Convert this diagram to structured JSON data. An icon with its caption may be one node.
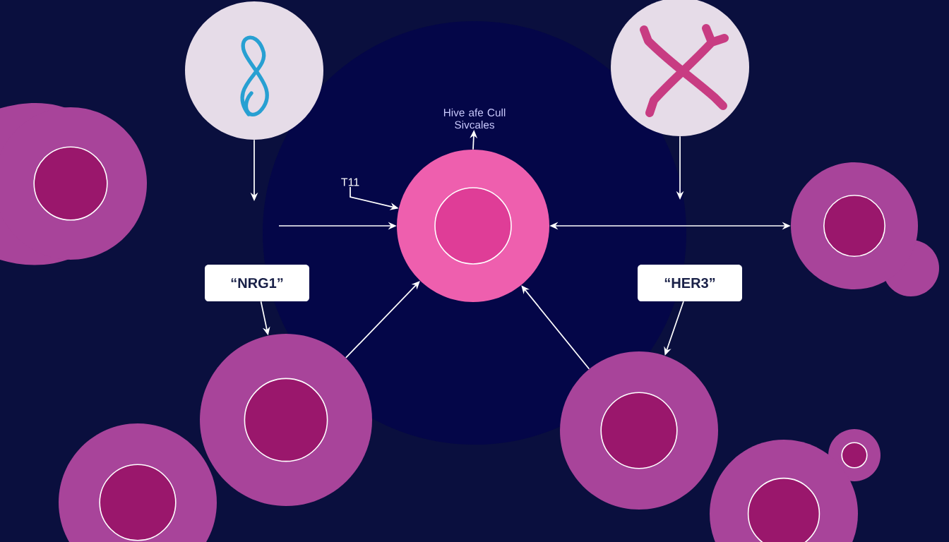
{
  "diagram": {
    "nodes": [
      {
        "text": [],
        "shape": "circle"
      },
      {
        "text": [],
        "shape": "circle"
      },
      {
        "text": [
          "Hive afe Cull Sivcales"
        ]
      },
      {
        "text": [],
        "shape": "circle"
      },
      {
        "text": [
          "T11"
        ]
      },
      {
        "text": [],
        "shape": "circle"
      },
      {
        "text": [],
        "shape": "circle"
      },
      {
        "text": [
          "“NRG1”"
        ]
      },
      {
        "text": [
          "“HER3”"
        ]
      },
      {
        "text": [],
        "shape": "circle"
      },
      {
        "text": [],
        "shape": "circle"
      },
      {
        "text": [],
        "shape": "circle"
      },
      {
        "text": [],
        "shape": "circle"
      },
      {
        "text": [],
        "shape": "circle"
      }
    ],
    "edges": [
      {
        "from": 0,
        "to": null,
        "arrow": "to"
      },
      {
        "from": 1,
        "to": null,
        "arrow": "to"
      },
      {
        "from": null,
        "to": 5,
        "arrow": "to"
      },
      {
        "from": 5,
        "to": 6,
        "arrow": "both"
      },
      {
        "from": 4,
        "to": 5,
        "arrow": "to"
      },
      {
        "from": 5,
        "to": 2,
        "arrow": "to"
      },
      {
        "from": 7,
        "to": 9,
        "arrow": "to"
      },
      {
        "from": 8,
        "to": 10,
        "arrow": "to"
      },
      {
        "from": 9,
        "to": 5,
        "arrow": "to"
      },
      {
        "from": 10,
        "to": 5,
        "arrow": "to"
      }
    ]
  }
}
